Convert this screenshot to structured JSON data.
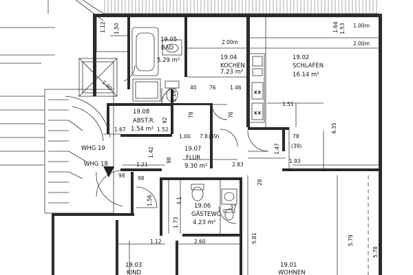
{
  "rooms": [
    {
      "id": "bad",
      "number": "19.05",
      "name": "BAD",
      "area": "5.29 m²"
    },
    {
      "id": "kochen",
      "number": "19.04",
      "name": "KOCHEN",
      "area": "7.23 m²"
    },
    {
      "id": "schlafen",
      "number": "19.02",
      "name": "SCHLAFEN",
      "area": "16.14 m²"
    },
    {
      "id": "abstr",
      "number": "19.08",
      "name": "ABST.R.",
      "area": "1.54 m²"
    },
    {
      "id": "flur",
      "number": "19.07",
      "name": "FLUR",
      "area": "9.30 m²"
    },
    {
      "id": "gaestewc",
      "number": "19.06",
      "name": "GÄSTEWC",
      "area": "4.23 m²"
    },
    {
      "id": "kind",
      "number": "19.03",
      "name": "KIND",
      "area": ""
    },
    {
      "id": "wohnen",
      "number": "19.01",
      "name": "WOHNEN",
      "area": ""
    }
  ],
  "units": [
    "WHG 19",
    "WHG 18"
  ],
  "dimensions": [
    "1.12",
    "1.50",
    "2.00m",
    "1.64",
    "1.00m",
    "1.53",
    "2.00m",
    "40",
    "1.46",
    "76",
    "1.90",
    "2.18",
    "92",
    "1.67",
    "1.52",
    "1.51",
    "4.35",
    "1.00",
    "7.8",
    "(39)",
    "78",
    "76",
    "78",
    "(39)",
    "1.47",
    "1.93",
    "98",
    "1.21",
    "2.83",
    "1.42",
    "98",
    "98",
    "1.56",
    "28",
    "37",
    "1.73",
    "3.1",
    "1.12",
    "2.60",
    "5.81",
    "5.79",
    "5.78"
  ]
}
